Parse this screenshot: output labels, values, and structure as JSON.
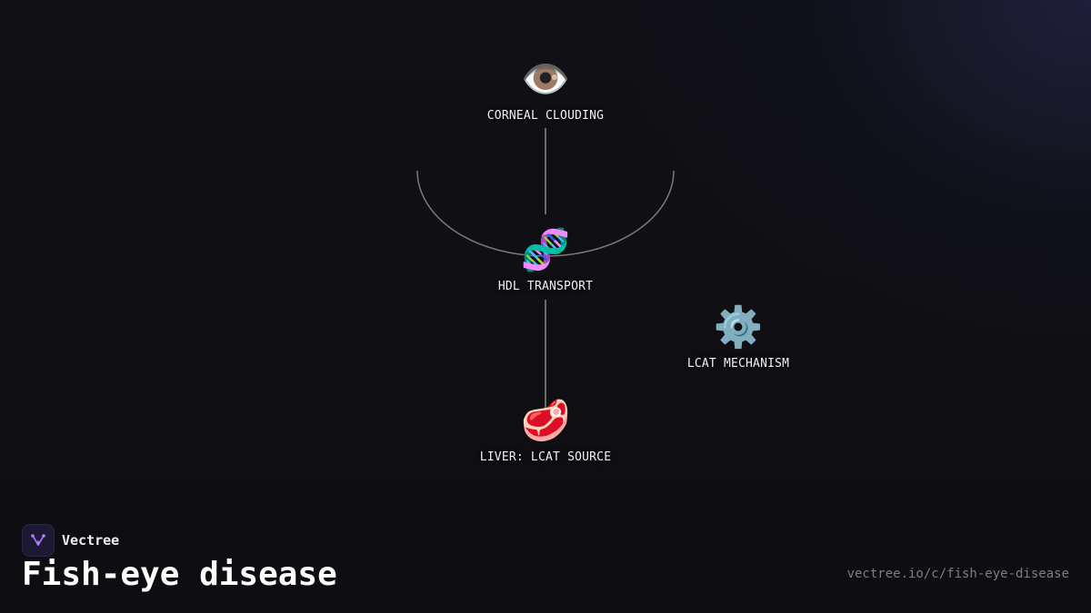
{
  "diagram": {
    "nodes": [
      {
        "id": "corneal",
        "icon": "eye-icon",
        "emoji": "👁️",
        "label": "CORNEAL CLOUDING"
      },
      {
        "id": "hdl",
        "icon": "dna-icon",
        "emoji": "🧬",
        "label": "HDL TRANSPORT"
      },
      {
        "id": "lcat",
        "icon": "gear-icon",
        "emoji": "⚙️",
        "label": "LCAT MECHANISM"
      },
      {
        "id": "liver",
        "icon": "meat-icon",
        "emoji": "🥩",
        "label": "LIVER: LCAT SOURCE"
      }
    ],
    "edges": [
      {
        "from": "corneal",
        "to": "hdl"
      },
      {
        "from": "hdl",
        "to": "liver"
      }
    ]
  },
  "brand": {
    "name": "Vectree",
    "accent": "#9b5cf6"
  },
  "page_title": "Fish-eye disease",
  "url": "vectree.io/c/fish-eye-disease",
  "colors": {
    "background": "#0f0f13",
    "connector": "#8a8a8a",
    "label": "#f2f2f2",
    "url": "#7d7d86"
  }
}
